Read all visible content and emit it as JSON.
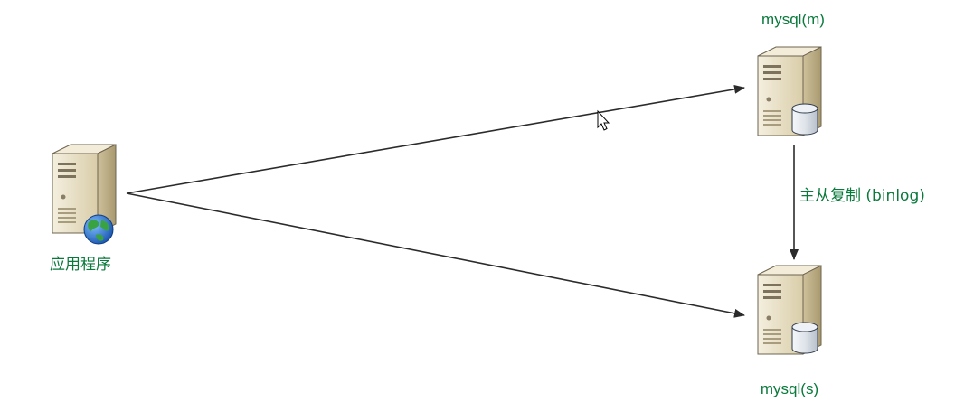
{
  "nodes": {
    "app": {
      "label": "应用程序",
      "icon": "server-globe-icon"
    },
    "master": {
      "label": "mysql(m)",
      "icon": "database-server-icon"
    },
    "slave": {
      "label": "mysql(s)",
      "icon": "database-server-icon"
    }
  },
  "edges": {
    "replication": {
      "label": "主从复制 (binlog)"
    }
  },
  "colors": {
    "label": "#0a7a3c",
    "arrow": "#2b2b2b",
    "server_body": "#e8dfc4",
    "server_shadow": "#b9ab86",
    "globe_blue": "#2a6fc9",
    "globe_green": "#3aa341"
  }
}
